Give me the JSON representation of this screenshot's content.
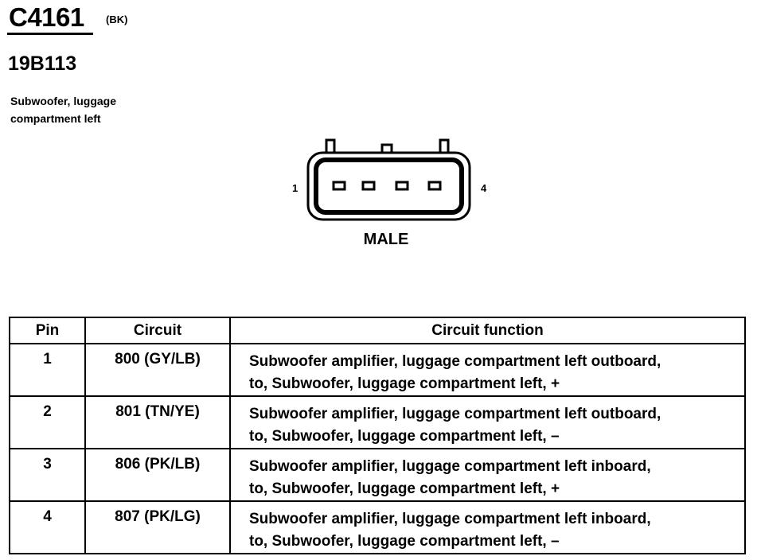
{
  "connector": {
    "id": "C4161",
    "color": "(BK)",
    "part_number": "19B113",
    "description_lines": [
      "Subwoofer, luggage",
      "compartment left"
    ],
    "pin_first": "1",
    "pin_last": "4",
    "gender": "MALE"
  },
  "table": {
    "headers": {
      "pin": "Pin",
      "circuit": "Circuit",
      "function": "Circuit function"
    },
    "rows": [
      {
        "pin": "1",
        "circuit": "800 (GY/LB)",
        "function_lines": [
          "Subwoofer amplifier, luggage compartment left outboard,",
          "to, Subwoofer, luggage compartment left, +"
        ]
      },
      {
        "pin": "2",
        "circuit": "801 (TN/YE)",
        "function_lines": [
          "Subwoofer amplifier, luggage compartment left outboard,",
          "to, Subwoofer, luggage compartment left, –"
        ]
      },
      {
        "pin": "3",
        "circuit": "806 (PK/LB)",
        "function_lines": [
          "Subwoofer amplifier, luggage compartment left inboard,",
          "to, Subwoofer, luggage compartment left, +"
        ]
      },
      {
        "pin": "4",
        "circuit": "807 (PK/LG)",
        "function_lines": [
          "Subwoofer amplifier, luggage compartment left inboard,",
          "to, Subwoofer, luggage compartment left, –"
        ]
      }
    ]
  }
}
